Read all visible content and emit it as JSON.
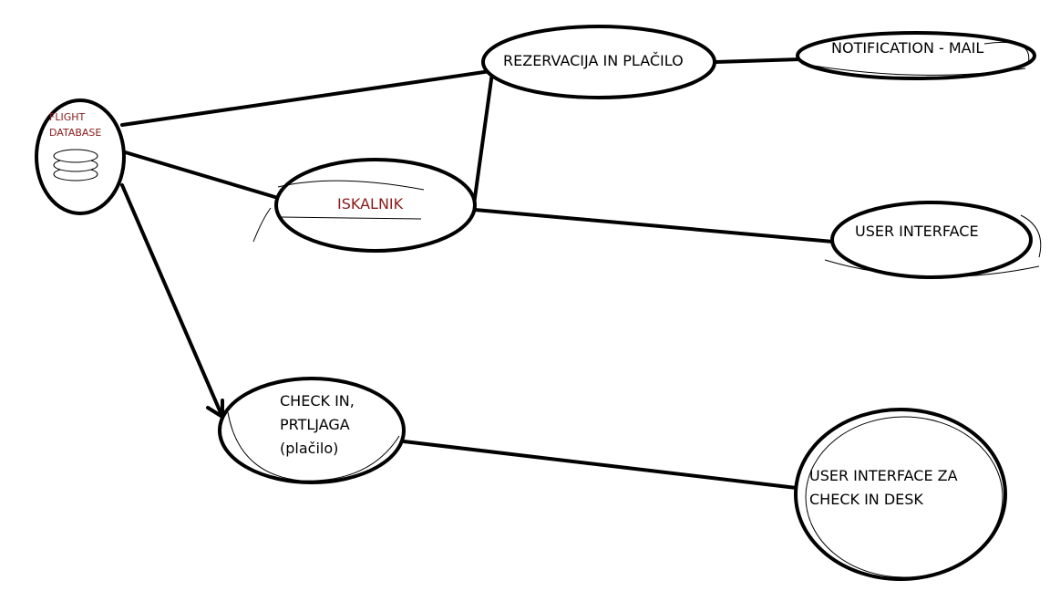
{
  "colors": {
    "ink": "#000000",
    "label_red": "#8b1a1a",
    "background": "#ffffff"
  },
  "nodes": {
    "flight_database": {
      "lines": [
        "FLIGHT",
        "DATABASE"
      ],
      "icon": "database-icon"
    },
    "iskalnik": {
      "lines": [
        "ISKALNIK"
      ]
    },
    "rezervacija": {
      "lines": [
        "REZERVACIJA IN PLAČILO"
      ]
    },
    "notification": {
      "lines": [
        "NOTIFICATION - MAIL"
      ]
    },
    "user_interface": {
      "lines": [
        "USER INTERFACE"
      ]
    },
    "check_in": {
      "lines": [
        "CHECK IN,",
        "PRTLJAGA",
        "(plačilo)"
      ]
    },
    "ui_check_in_desk": {
      "lines": [
        "USER INTERFACE ZA",
        "CHECK IN DESK"
      ]
    }
  },
  "edges": [
    {
      "from": "flight_database",
      "to": "rezervacija",
      "arrow": false
    },
    {
      "from": "flight_database",
      "to": "iskalnik",
      "arrow": false
    },
    {
      "from": "flight_database",
      "to": "check_in",
      "arrow": true
    },
    {
      "from": "iskalnik",
      "to": "rezervacija",
      "arrow": false
    },
    {
      "from": "iskalnik",
      "to": "user_interface",
      "arrow": false
    },
    {
      "from": "rezervacija",
      "to": "notification",
      "arrow": false
    },
    {
      "from": "check_in",
      "to": "ui_check_in_desk",
      "arrow": false
    }
  ]
}
